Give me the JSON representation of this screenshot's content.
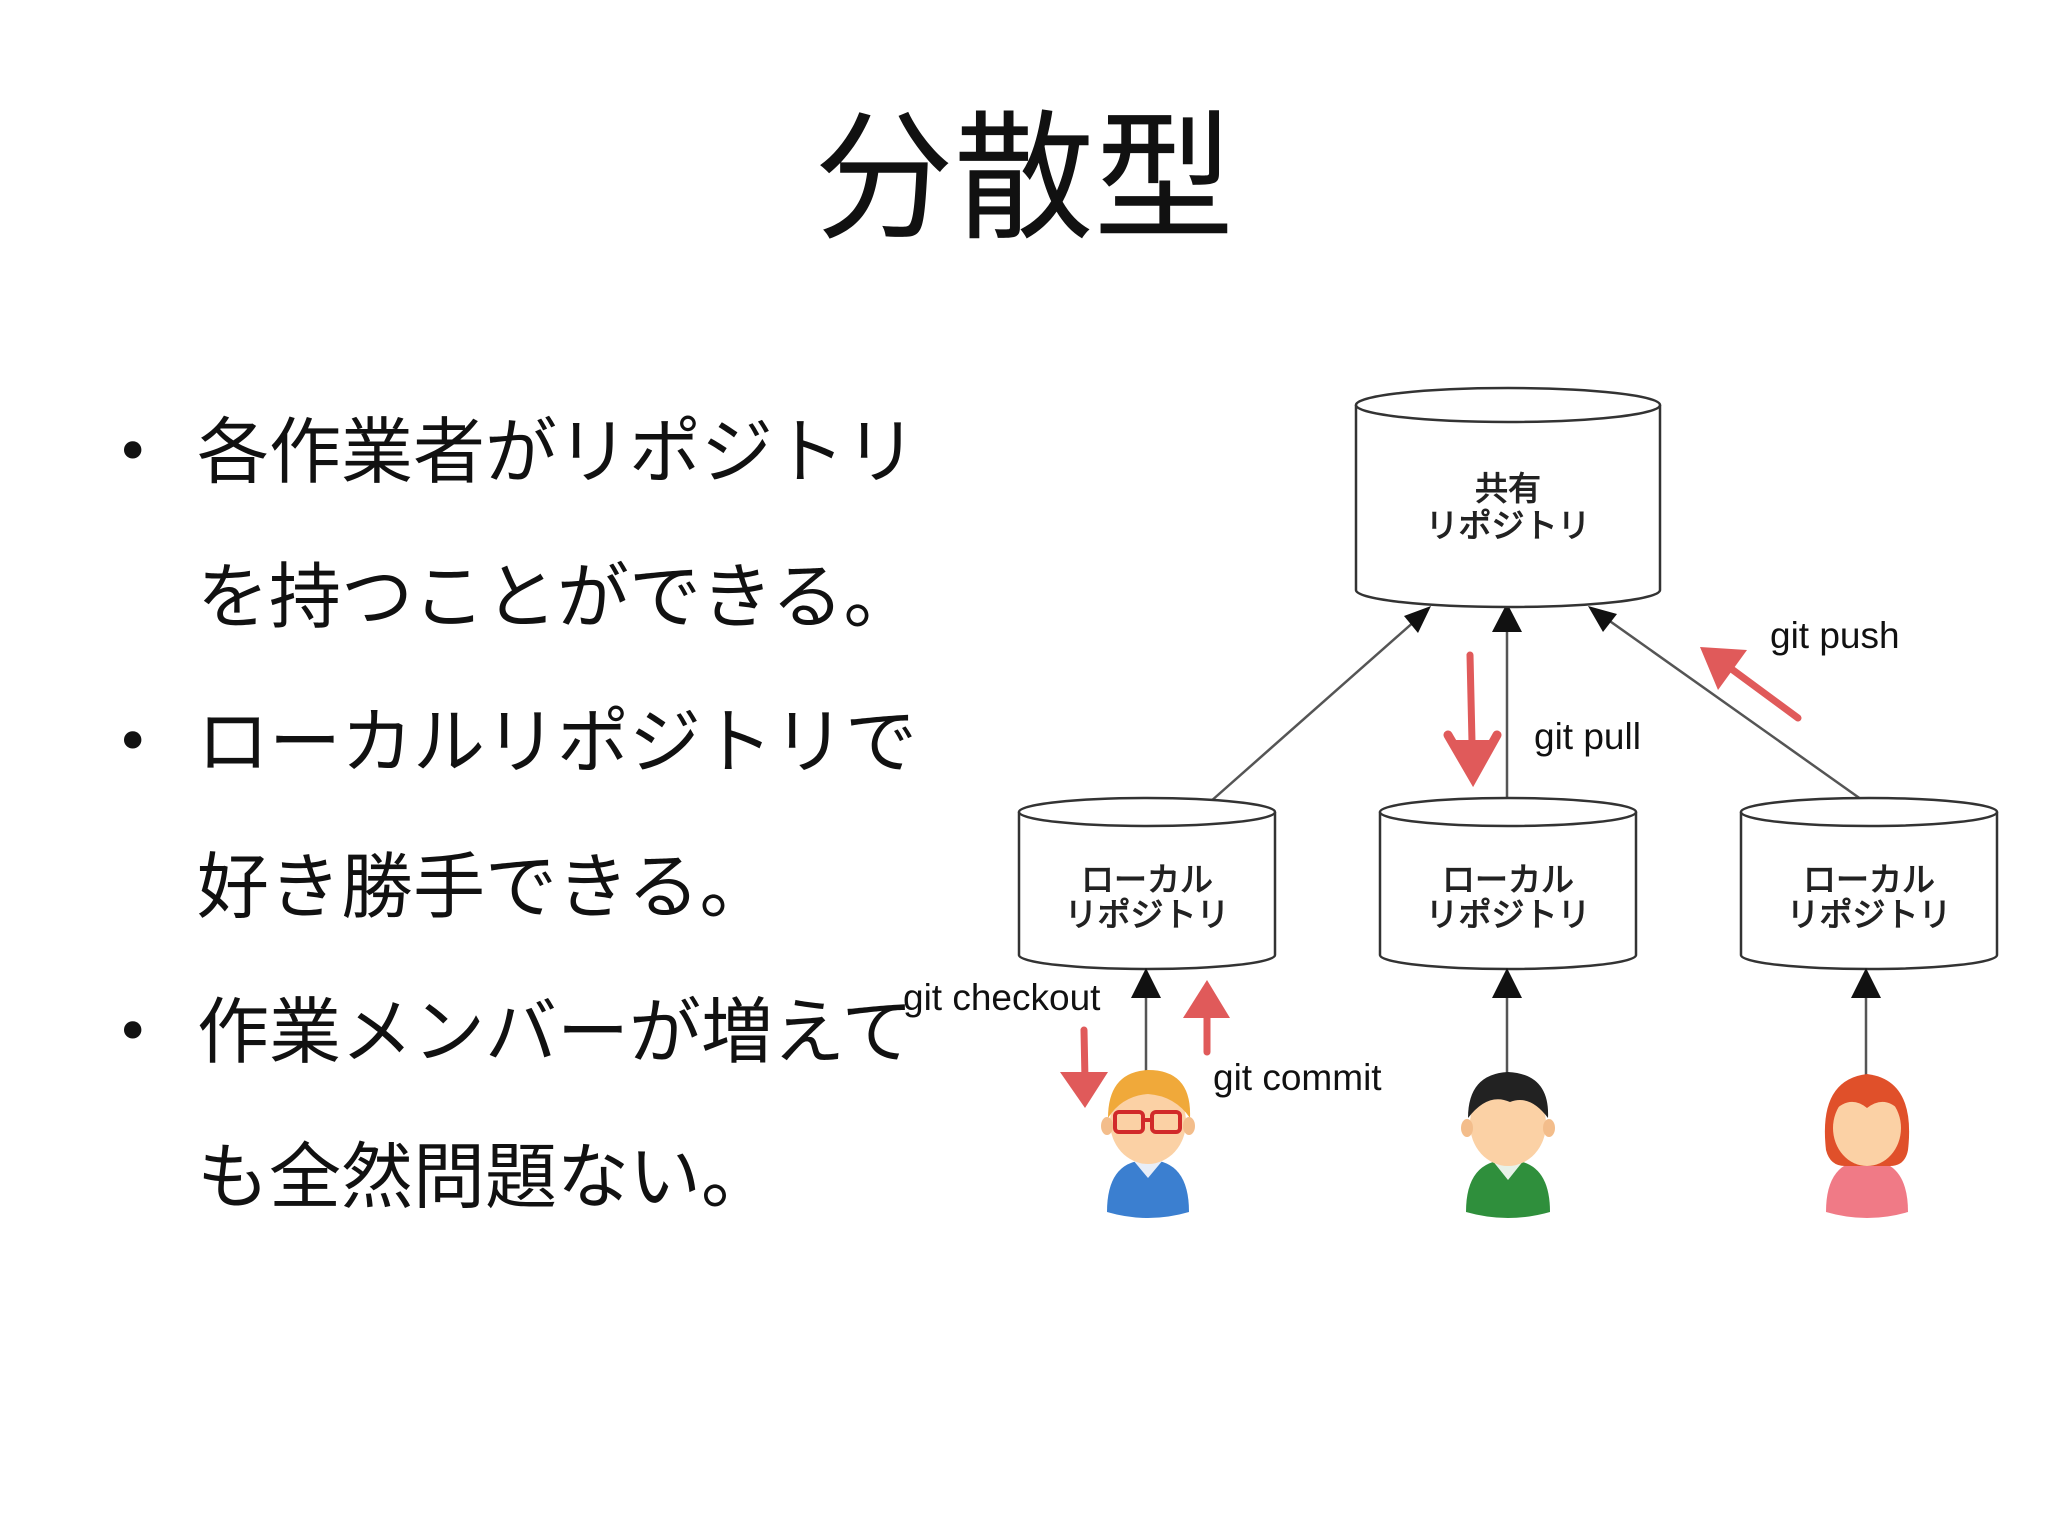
{
  "slide": {
    "title": "分散型",
    "bullets": [
      {
        "line1": "各作業者がリポジトリ",
        "line2": "を持つことができる。"
      },
      {
        "line1": "ローカルリポジトリで",
        "line2": "好き勝手できる。"
      },
      {
        "line1": "作業メンバーが増えて",
        "line2": "も全然問題ない。"
      }
    ],
    "bullet_symbol": "•"
  },
  "diagram": {
    "shared_repo": {
      "line1": "共有",
      "line2": "リポジトリ"
    },
    "local_repos": [
      {
        "line1": "ローカル",
        "line2": "リポジトリ"
      },
      {
        "line1": "ローカル",
        "line2": "リポジトリ"
      },
      {
        "line1": "ローカル",
        "line2": "リポジトリ"
      }
    ],
    "commands": {
      "push": "git push",
      "pull": "git pull",
      "checkout": "git checkout",
      "commit": "git commit"
    },
    "users": [
      {
        "icon": "person-blonde-glasses-icon",
        "shirt": "#3b7fd0",
        "hair": "#f0a93a"
      },
      {
        "icon": "person-dark-hair-icon",
        "shirt": "#2f8f3c",
        "hair": "#222222"
      },
      {
        "icon": "person-red-hair-icon",
        "shirt": "#f07a86",
        "hair": "#e0502a"
      }
    ],
    "colors": {
      "arrow": "#555555",
      "red_arrow": "#e05a5a",
      "cylinder_stroke": "#333333"
    }
  }
}
